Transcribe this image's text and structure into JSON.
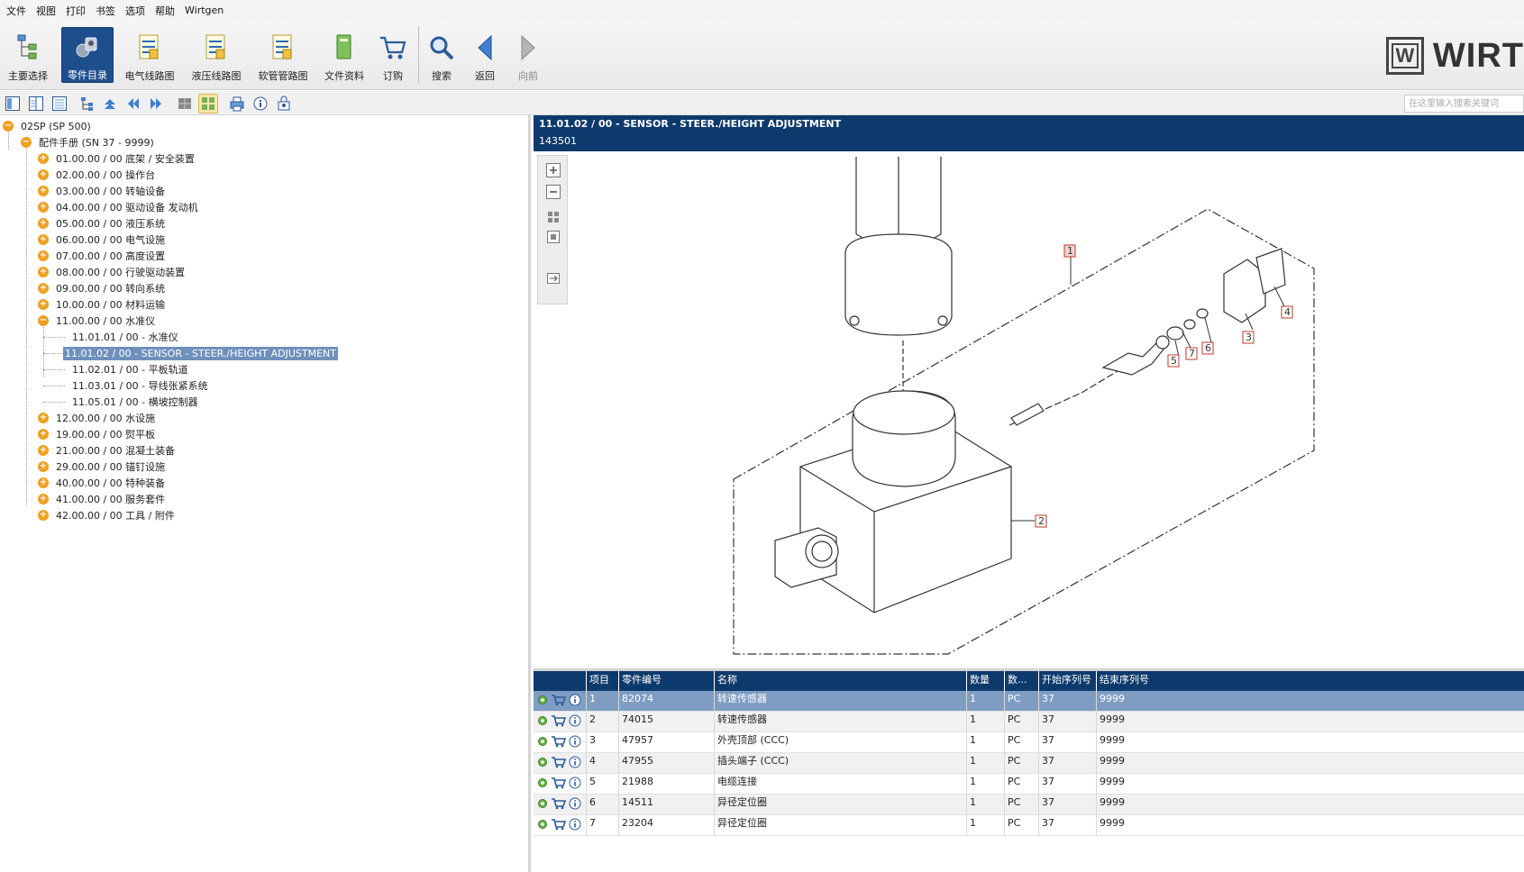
{
  "menu": [
    "文件",
    "视图",
    "打印",
    "书签",
    "选项",
    "帮助",
    "Wirtgen"
  ],
  "ribbon": {
    "buttons": [
      {
        "label": "主要选择",
        "icon": "tree-chart-icon",
        "active": false
      },
      {
        "label": "零件目录",
        "icon": "parts-catalog-icon",
        "active": true
      },
      {
        "label": "电气线路图",
        "icon": "electrical-diagram-icon",
        "active": false
      },
      {
        "label": "液压线路图",
        "icon": "hydraulic-diagram-icon",
        "active": false
      },
      {
        "label": "软管管路图",
        "icon": "hose-diagram-icon",
        "active": false
      },
      {
        "label": "文件资料",
        "icon": "document-book-icon",
        "active": false
      },
      {
        "label": "订购",
        "icon": "shopping-cart-icon",
        "active": false
      },
      {
        "label": "搜索",
        "icon": "magnifier-icon",
        "active": false
      },
      {
        "label": "返回",
        "icon": "back-arrow-icon",
        "active": false
      },
      {
        "label": "向前",
        "icon": "forward-arrow-icon",
        "active": false
      }
    ],
    "logo_text": "WIRT",
    "logo_mark": "W"
  },
  "toolbar": {
    "search_placeholder": "在这里输入搜索关键词"
  },
  "tree": {
    "root": "02SP (SP 500)",
    "manual": "配件手册 (SN 37 - 9999)",
    "chapters": [
      "01.00.00 / 00 底架 / 安全装置",
      "02.00.00 / 00 操作台",
      "03.00.00 / 00 转轴设备",
      "04.00.00 / 00 驱动设备  发动机",
      "05.00.00 / 00 液压系统",
      "06.00.00 / 00 电气设施",
      "07.00.00 / 00 高度设置",
      "08.00.00 / 00 行驶驱动装置",
      "09.00.00 / 00 转向系统",
      "10.00.00 / 00 材料运输",
      "11.00.00 / 00 水准仪"
    ],
    "open_children": [
      "11.01.01 / 00 - 水准仪",
      "11.01.02 / 00 - SENSOR - STEER./HEIGHT ADJUSTMENT",
      "11.02.01 / 00 - 平板轨道",
      "11.03.01 / 00 - 导线张紧系统",
      "11.05.01 / 00 - 横坡控制器"
    ],
    "after_chapters": [
      "12.00.00 / 00 水设施",
      "19.00.00 / 00 熨平板",
      "21.00.00 / 00 混凝土装备",
      "29.00.00 / 00 锚钉设施",
      "40.00.00 / 00 特种装备",
      "41.00.00 / 00 服务套件",
      "42.00.00 / 00 工具 / 附件"
    ]
  },
  "detail": {
    "title": "11.01.02 / 00 - SENSOR - STEER./HEIGHT ADJUSTMENT",
    "number": "143501",
    "callouts": [
      "1",
      "2",
      "3",
      "4",
      "5",
      "6",
      "7"
    ]
  },
  "parts_table": {
    "columns": [
      "项目",
      "零件编号",
      "名称",
      "数量",
      "数...",
      "开始序列号",
      "结束序列号"
    ],
    "rows": [
      [
        "1",
        "82074",
        "转速传感器",
        "1",
        "PC",
        "37",
        "9999"
      ],
      [
        "2",
        "74015",
        "转速传感器",
        "1",
        "PC",
        "37",
        "9999"
      ],
      [
        "3",
        "47957",
        "外壳顶部 (CCC)",
        "1",
        "PC",
        "37",
        "9999"
      ],
      [
        "4",
        "47955",
        "插头端子 (CCC)",
        "1",
        "PC",
        "37",
        "9999"
      ],
      [
        "5",
        "21988",
        "电缆连接",
        "1",
        "PC",
        "37",
        "9999"
      ],
      [
        "6",
        "14511",
        "异径定位圈",
        "1",
        "PC",
        "37",
        "9999"
      ],
      [
        "7",
        "23204",
        "异径定位圈",
        "1",
        "PC",
        "37",
        "9999"
      ]
    ],
    "selected_row": 0
  },
  "colors": {
    "header_navy": "#0d3a6d",
    "selection_blue": "#7f9dc3",
    "tree_bullet": "#f0a020",
    "callout_red": "#c0392b"
  }
}
